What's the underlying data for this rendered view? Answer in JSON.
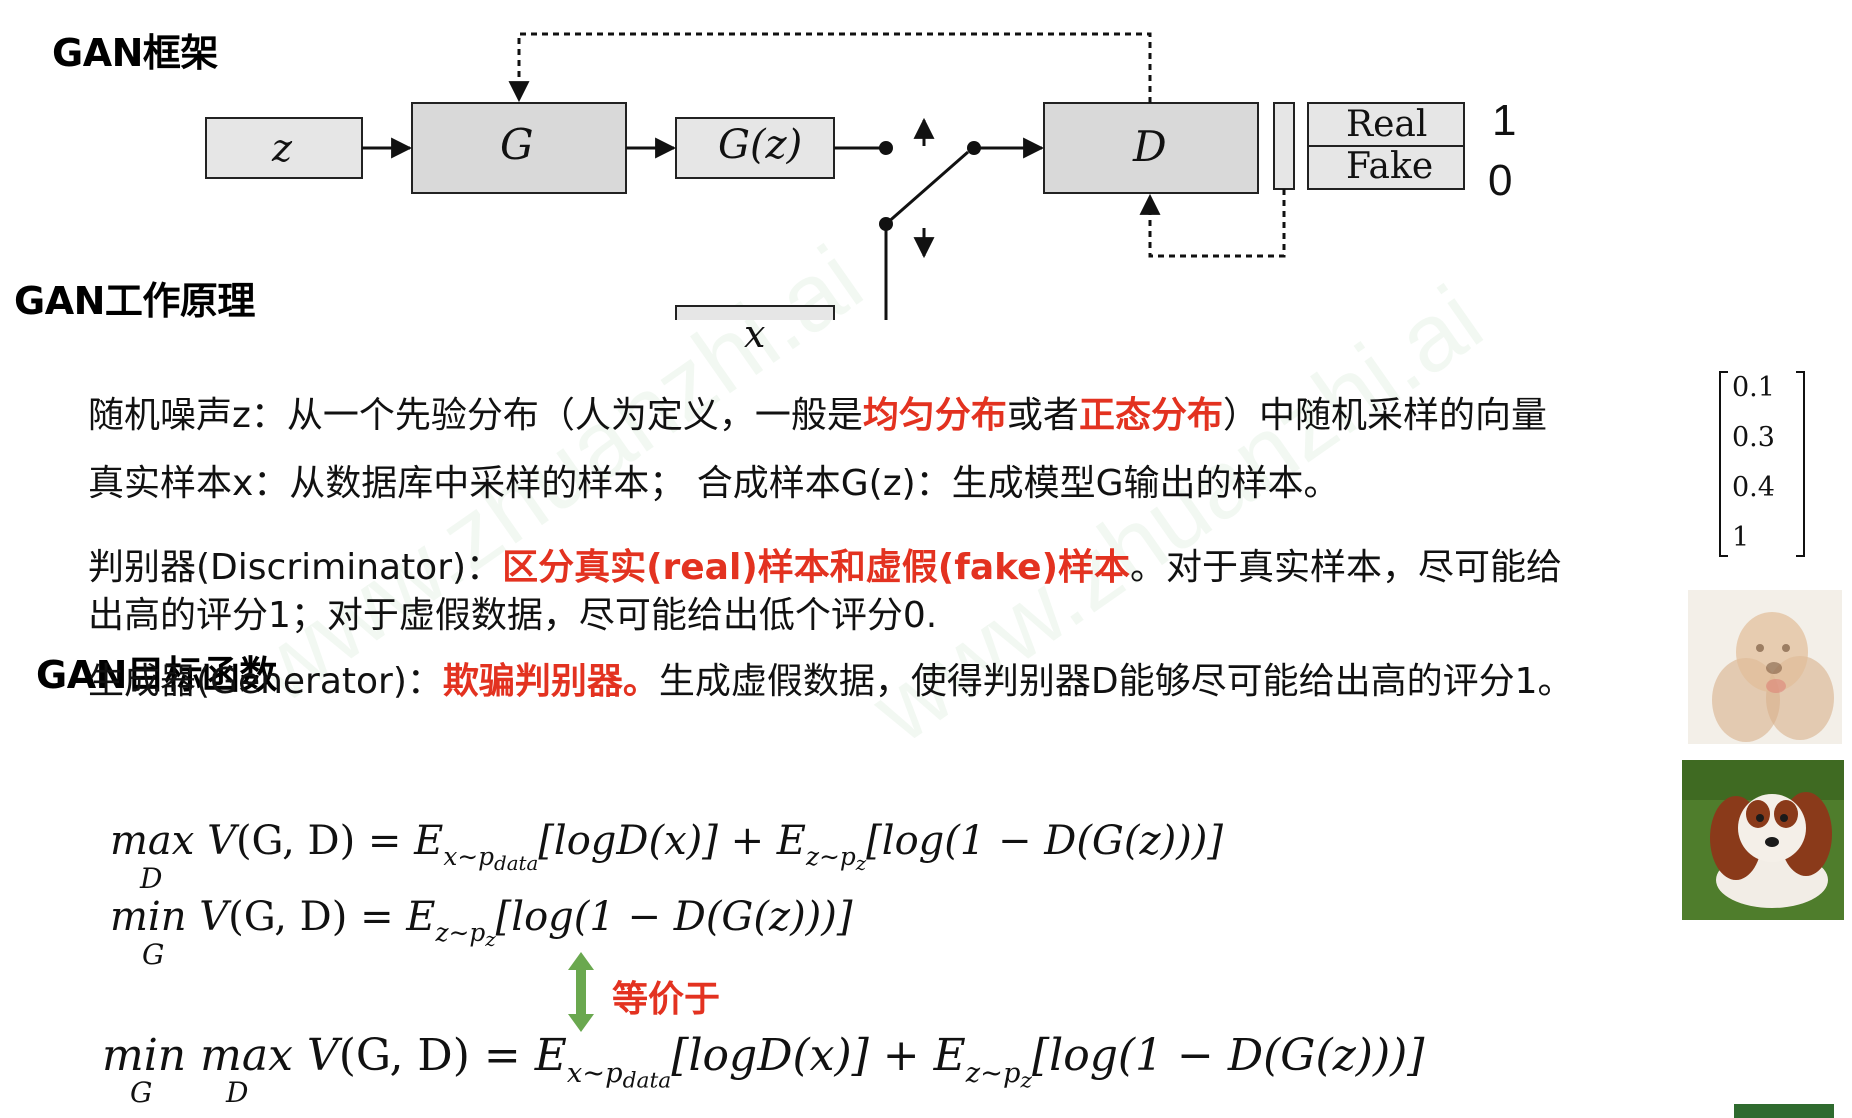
{
  "headings": {
    "framework": "GAN框架",
    "principle": "GAN工作原理",
    "objective": "GAN目标函数"
  },
  "diagram": {
    "z": "z",
    "G": "G",
    "Gz": "G(z)",
    "D": "D",
    "x": "x",
    "real": "Real",
    "fake": "Fake",
    "out_one": "1",
    "out_zero": "0"
  },
  "lines": {
    "noise_a": "随机噪声z：从一个先验分布（人为定义，一般是",
    "noise_h1": "均匀分布",
    "noise_b": "或者",
    "noise_h2": "正态分布",
    "noise_c": "）中随机采样的向量",
    "real_sample": "真实样本x：从数据库中采样的样本； 合成样本G(z)：生成模型G输出的样本。",
    "disc_a": "判别器(Discriminator)：",
    "disc_h": "区分真实(real)样本和虚假(fake)样本",
    "disc_b": "。对于真实样本，尽可能给",
    "disc_c": "出高的评分1；对于虚假数据，尽可能给出低个评分0.",
    "gen_a": "生成器(Generator)：",
    "gen_h": "欺骗判别器。",
    "gen_b": "生成虚假数据，使得判别器D能够尽可能给出高的评分1。"
  },
  "vector": [
    "0.1",
    "0.3",
    "0.4",
    "1"
  ],
  "equivalent": "等价于",
  "formulas": {
    "max": "max",
    "min": "min",
    "V": "V",
    "args": "(G, D)",
    "eq": "=",
    "E": "E",
    "sub_data_x": "x∼p",
    "sub_data": "data",
    "sub_z": "z∼p",
    "sub_z_z": "z",
    "term1": "[logD(x)]",
    "plus": "+",
    "term2": "[log(1 − D(G(z)))]",
    "under_D": "D",
    "under_G": "G"
  },
  "colors": {
    "highlight": "#e33220",
    "arrow_green": "#6aa84f",
    "box_fill": "#d9d9d9",
    "box_fill_light": "#e6e6e6"
  }
}
